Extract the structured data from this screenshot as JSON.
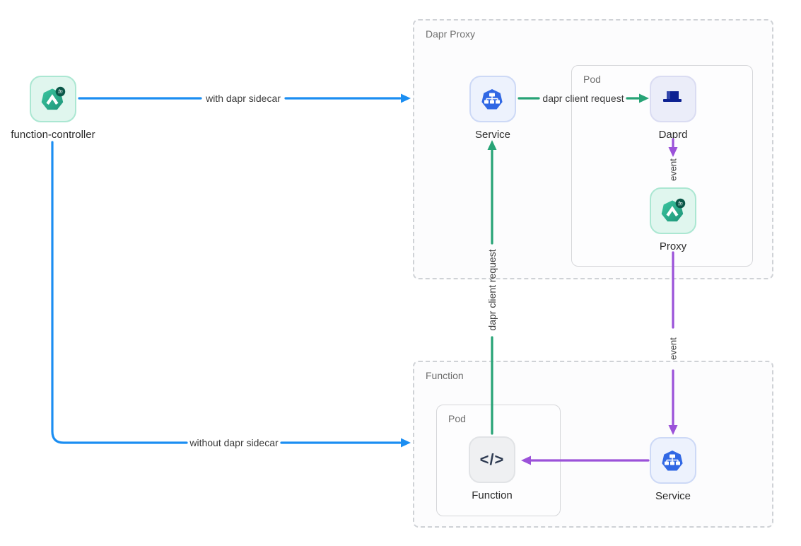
{
  "colors": {
    "blue": "#1b8ef2",
    "green": "#27a376",
    "purple": "#9b52d9",
    "node_label": "#2b2b2b",
    "container_label": "#6f6f6f"
  },
  "function_controller": {
    "label": "function-controller",
    "badge": "fn"
  },
  "groups": {
    "dapr_proxy": {
      "label": "Dapr Proxy"
    },
    "pod_top": {
      "label": "Pod"
    },
    "function": {
      "label": "Function"
    },
    "pod_bottom": {
      "label": "Pod"
    }
  },
  "nodes": {
    "service_top": {
      "label": "Service"
    },
    "daprd": {
      "label": "Daprd"
    },
    "proxy": {
      "label": "Proxy",
      "badge": "fn"
    },
    "function": {
      "label": "Function",
      "glyph": "</>"
    },
    "service_bottom": {
      "label": "Service"
    }
  },
  "edges": {
    "with_sidecar": {
      "label": "with dapr sidecar"
    },
    "without_sidecar": {
      "label": "without dapr sidecar"
    },
    "dapr_request_top": {
      "label": "dapr client request"
    },
    "dapr_request_up": {
      "label": "dapr client request"
    },
    "event_top": {
      "label": "event"
    },
    "event_bottom": {
      "label": "event"
    }
  }
}
